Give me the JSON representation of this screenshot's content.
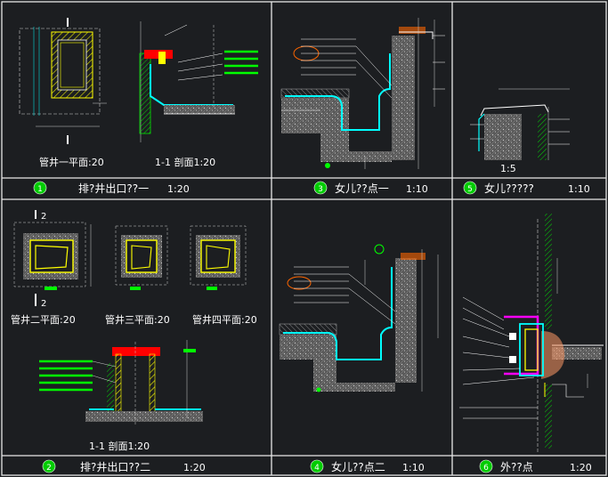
{
  "colors": {
    "background": "#1c1e21",
    "frame": "#e8e8e8",
    "wall": "#ffff00",
    "waterproof": "#00ffff",
    "concrete": "#8c8c8c",
    "leader": "#ffffff",
    "note": "#00ff00",
    "cap": "#ff0000",
    "insulation": "#ff00ff",
    "highlight": "#ff6600",
    "stone": "#ff9966",
    "badge": "#00cc00"
  },
  "panels": [
    {
      "number": "1",
      "caption": "排?井出口??一",
      "scale": "1:20",
      "sub_titles": [
        "管井一平面:20",
        "1-1 剖面1:20"
      ]
    },
    {
      "number": "2",
      "caption": "排?井出口??二",
      "scale": "1:20",
      "sub_titles": [
        "管井二平面:20",
        "管井三平面:20",
        "管井四平面:20",
        "1-1 剖面1:20"
      ],
      "section_marks": [
        "2",
        "2"
      ]
    },
    {
      "number": "3",
      "caption": "女儿??点一",
      "scale": "1:10",
      "sub_titles": []
    },
    {
      "number": "4",
      "caption": "女儿??点二",
      "scale": "1:10",
      "sub_titles": []
    },
    {
      "number": "5",
      "caption": "女儿?????",
      "scale": "1:10",
      "sub_titles": [
        "1:5"
      ]
    },
    {
      "number": "6",
      "caption": "外??点",
      "scale": "1:20",
      "sub_titles": []
    }
  ]
}
